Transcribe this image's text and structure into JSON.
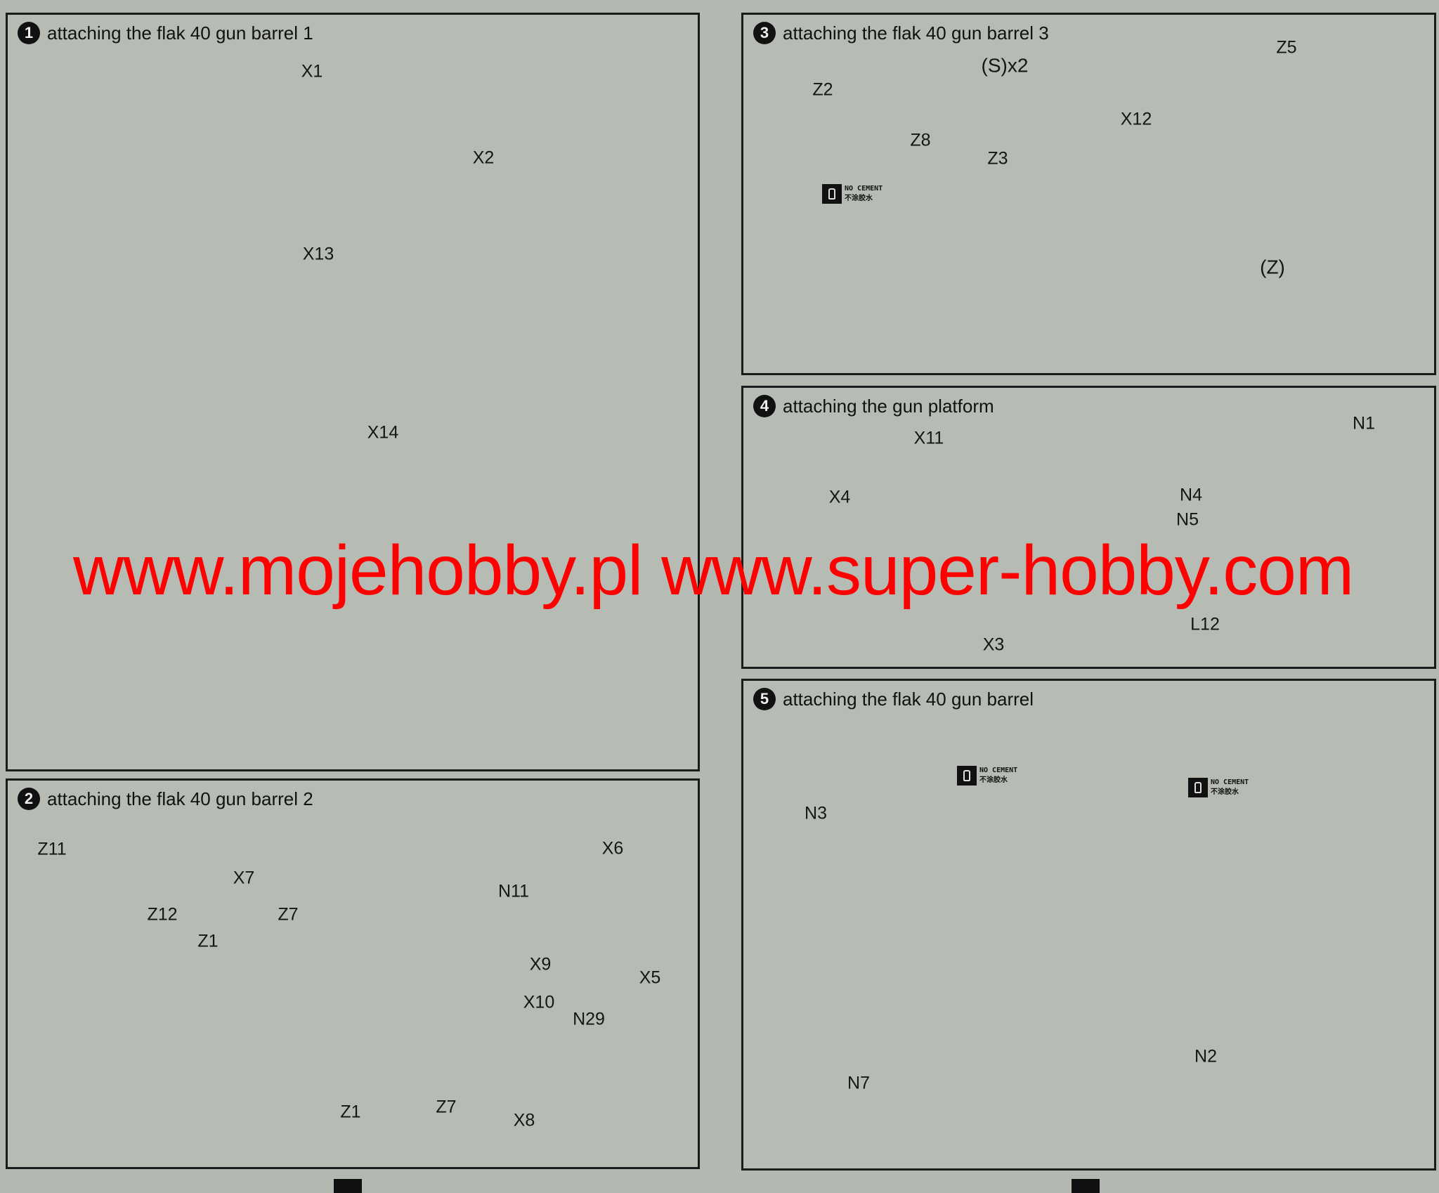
{
  "steps": [
    {
      "number": "1",
      "title": "attaching the flak 40 gun barrel 1",
      "labels": [
        "X1",
        "X2",
        "X13",
        "X14"
      ]
    },
    {
      "number": "2",
      "title": "attaching the flak 40 gun barrel 2",
      "labels": [
        "Z11",
        "Z12",
        "X7",
        "Z7",
        "Z1",
        "N11",
        "X9",
        "X10",
        "N29",
        "X6",
        "X5",
        "Z1",
        "Z7",
        "X8"
      ]
    },
    {
      "number": "3",
      "title": "attaching the flak 40 gun barrel 3",
      "labels": [
        "Z2",
        "Z8",
        "Z3",
        "(S)x2",
        "X12",
        "Z5",
        "(Z)"
      ]
    },
    {
      "number": "4",
      "title": "attaching the gun platform",
      "labels": [
        "X11",
        "X4",
        "X3",
        "N1",
        "N4",
        "N5",
        "L12"
      ]
    },
    {
      "number": "5",
      "title": "attaching the flak 40 gun barrel",
      "labels": [
        "N3",
        "N2",
        "N7"
      ]
    }
  ],
  "no_cement": {
    "en": "NO CEMENT",
    "cn": "不涂胶水"
  },
  "watermark": "www.mojehobby.pl www.super-hobby.com"
}
